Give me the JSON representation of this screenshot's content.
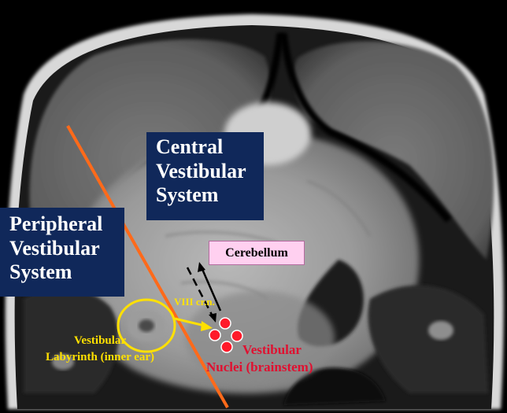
{
  "boxes": {
    "central": [
      "Central",
      "Vestibular",
      "System"
    ],
    "peripheral": [
      "Peripheral",
      "Vestibular",
      "System"
    ]
  },
  "labels": {
    "cerebellum": "Cerebellum",
    "nerve": "VIII cr.n.",
    "labyrinth": [
      "Vestibular",
      "Labyrinth (inner ear)"
    ],
    "nuclei": [
      "Vestibular",
      "Nuclei (brainstem)"
    ]
  },
  "colors": {
    "box_fill": "#10285a",
    "box_text": "#ffffff",
    "divider_line": "#ff6a1a",
    "label_yellow": "#ffe000",
    "label_red": "#e01030",
    "nuclei_dots": "#ff1a2a",
    "cerebellum_fill": "#ffd0f0"
  }
}
